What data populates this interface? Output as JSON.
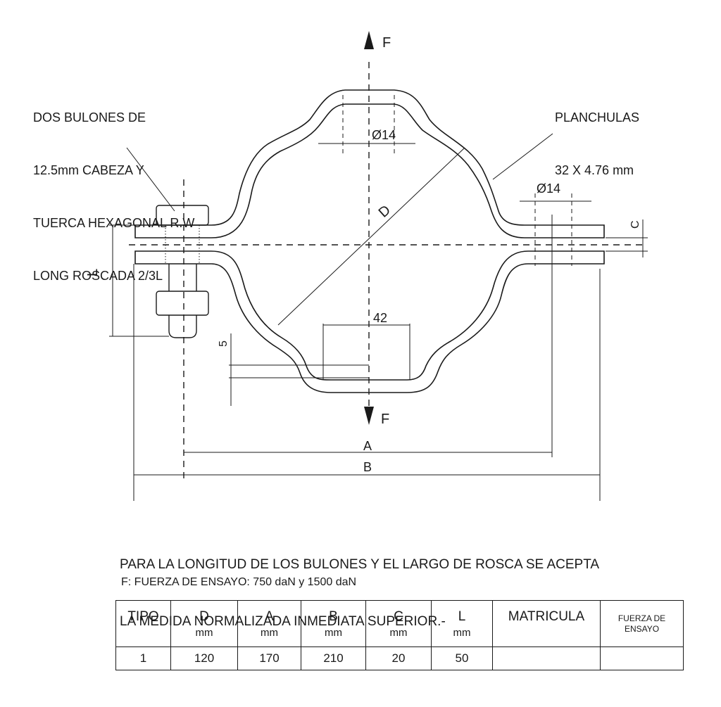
{
  "labels": {
    "force_top": "F",
    "force_bottom": "F",
    "bolts_note": [
      "DOS BULONES DE",
      "12.5mm CABEZA Y",
      "TUERCA HEXAGONAL R.W",
      "LONG ROSCADA 2/3L"
    ],
    "plates_note": [
      "PLANCHULAS",
      "32 X 4.76 mm"
    ],
    "hole_top": "Ø14",
    "hole_right": "Ø14",
    "diameter": "D",
    "dim_l": "L",
    "dim_c": "C",
    "dim_42": "42",
    "dim_5": "5",
    "dim_a": "A",
    "dim_b": "B"
  },
  "notes": {
    "length_note": [
      "PARA LA LONGITUD DE LOS BULONES Y EL LARGO DE ROSCA SE ACEPTA",
      "LA MEDIDA NORMALIZADA INMEDIATA SUPERIOR.-"
    ],
    "force_note": "F: FUERZA DE ENSAYO: 750 daN y 1500 daN"
  },
  "table": {
    "headers": [
      {
        "label": "TIPO",
        "unit": ""
      },
      {
        "label": "D",
        "unit": "mm"
      },
      {
        "label": "A",
        "unit": "mm"
      },
      {
        "label": "B",
        "unit": "mm"
      },
      {
        "label": "C",
        "unit": "mm"
      },
      {
        "label": "L",
        "unit": "mm"
      },
      {
        "label": "MATRICULA",
        "unit": ""
      },
      {
        "label": "FUERZA DE ENSAYO",
        "unit": ""
      }
    ],
    "rows": [
      [
        "1",
        "120",
        "170",
        "210",
        "20",
        "50",
        "",
        ""
      ]
    ]
  }
}
